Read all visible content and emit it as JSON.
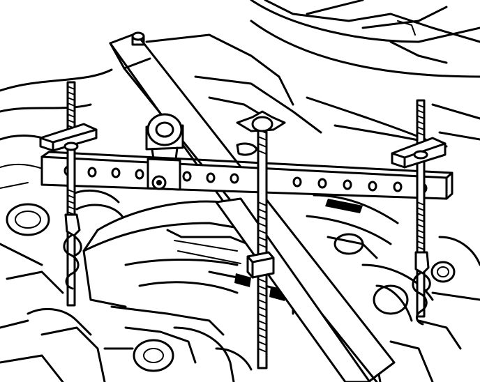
{
  "figure": {
    "style": "black line-art technical illustration",
    "subject_parts": [
      "engine-support-fixture",
      "lateral-support-bar",
      "diagonal-support-beam",
      "threaded-lifting-rods",
      "lifting-hooks",
      "lifting-eye",
      "engine-cover",
      "hood-and-cowl"
    ],
    "colors": {
      "line": "#000000",
      "background": "#ffffff"
    }
  }
}
